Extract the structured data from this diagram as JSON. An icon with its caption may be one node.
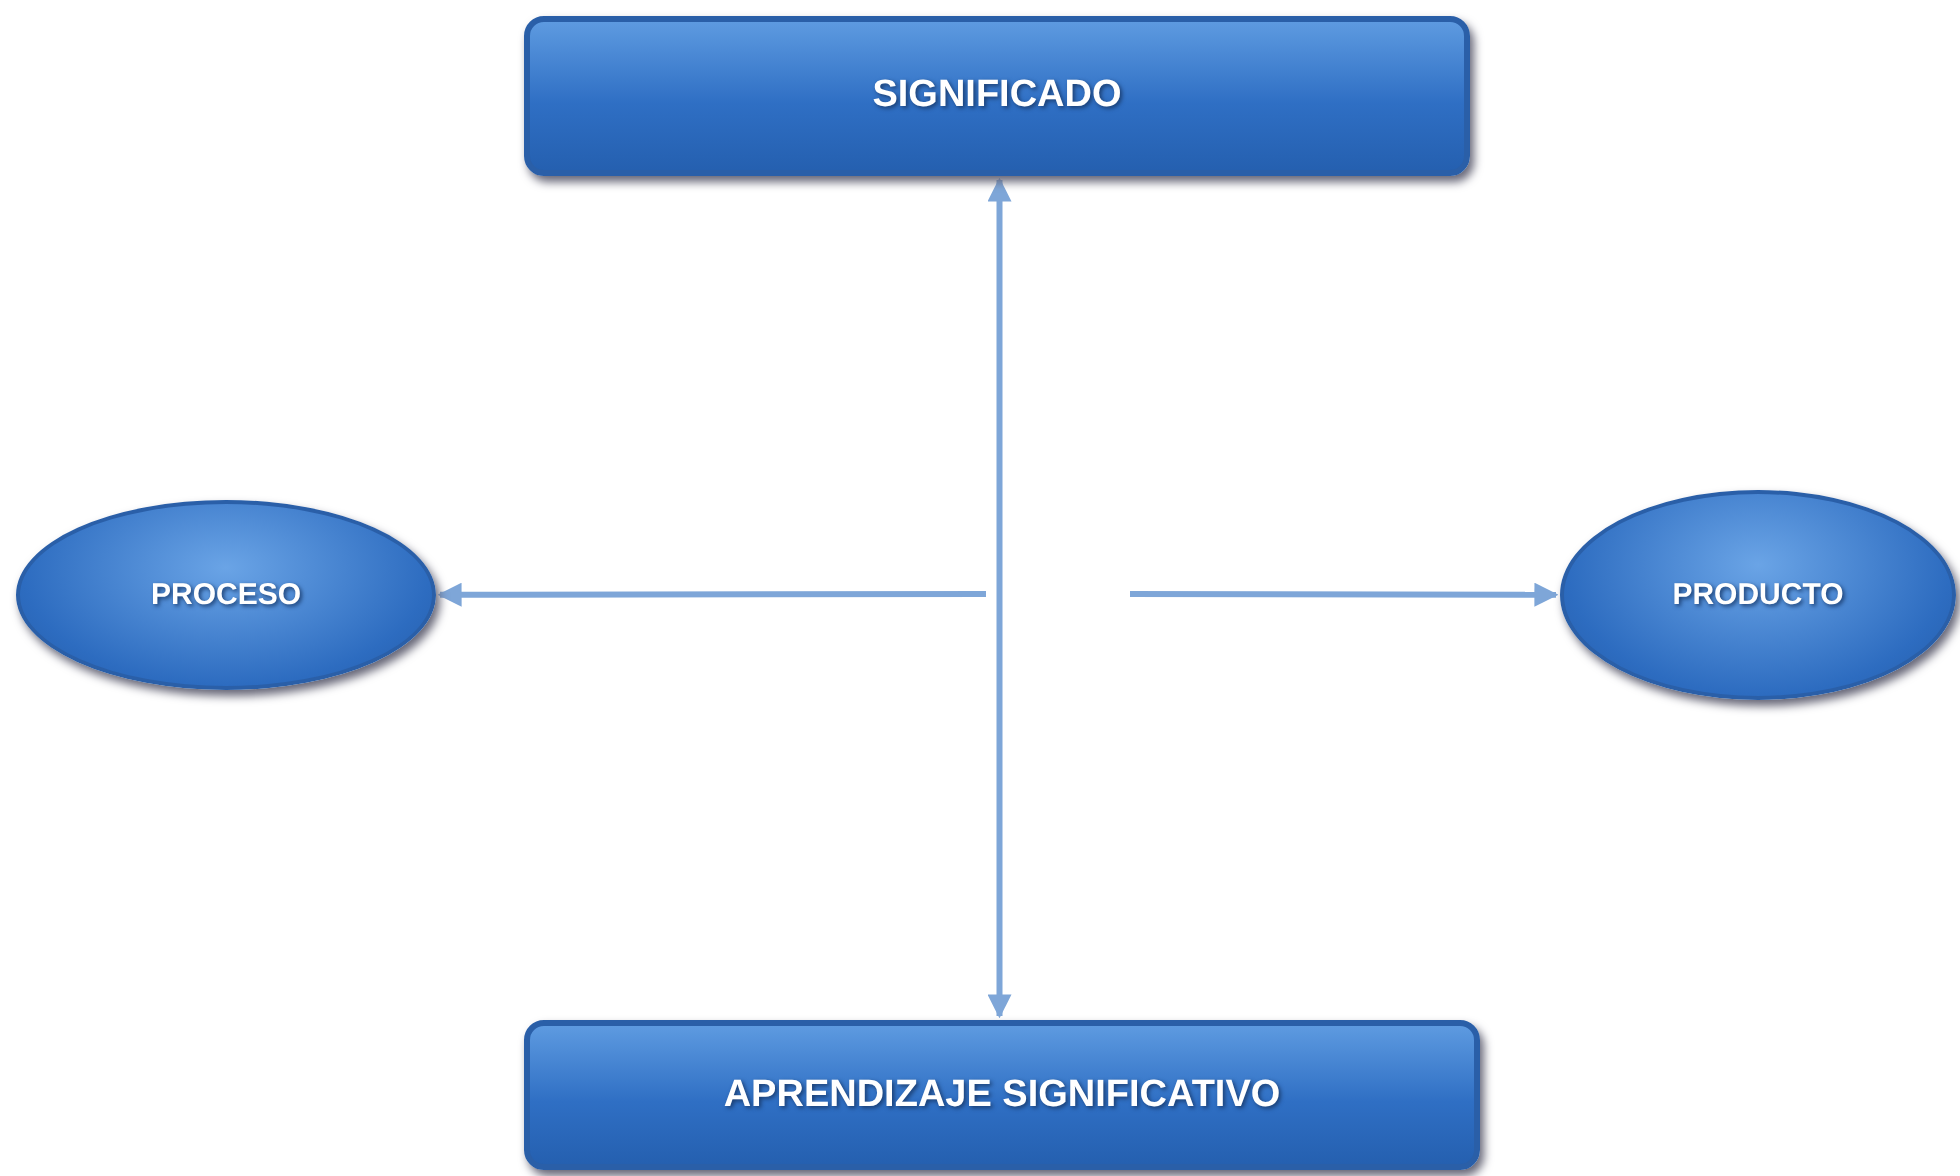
{
  "diagram": {
    "nodes": [
      {
        "text": [
          "SIGNIFICADO"
        ]
      },
      {
        "text": [
          "PROCESO"
        ]
      },
      {
        "text": [
          "PRODUCTO"
        ]
      },
      {
        "text": [
          "APRENDIZAJE SIGNIFICATIVO"
        ]
      }
    ],
    "edges": [
      {
        "from": 0,
        "to": 3,
        "arrow": "both"
      },
      {
        "from": null,
        "to": 1,
        "arrow": "to"
      },
      {
        "from": null,
        "to": 2,
        "arrow": "to"
      }
    ]
  }
}
